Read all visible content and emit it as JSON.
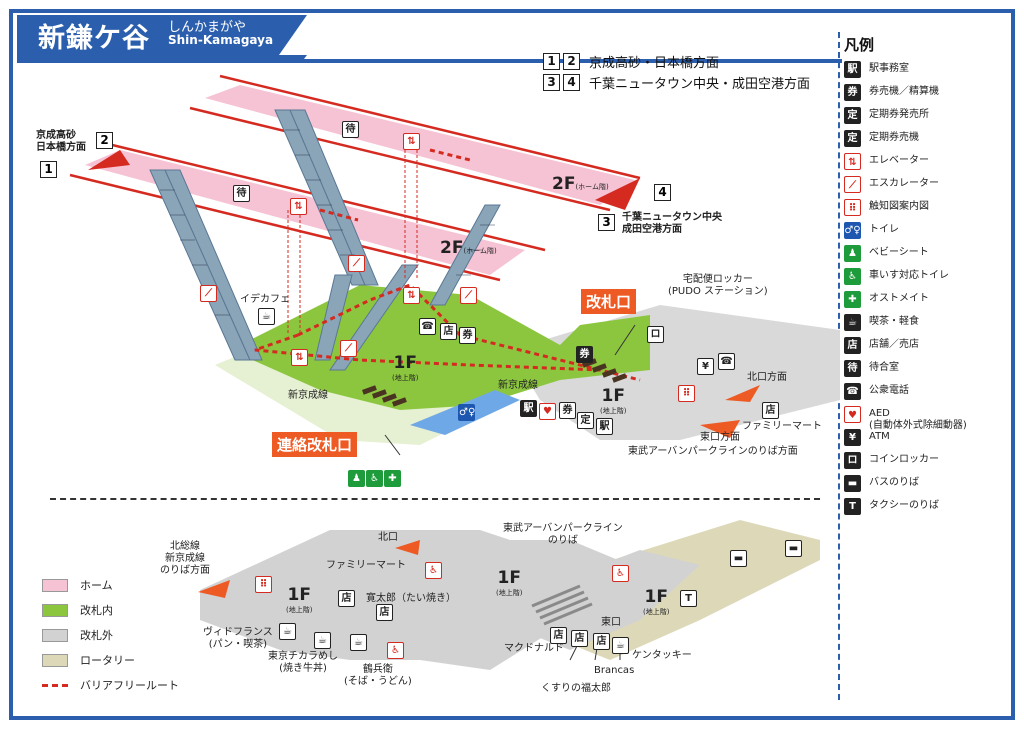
{
  "header": {
    "title": "新鎌ケ谷",
    "kana": "しんかまがや",
    "roman": "Shin-Kamagaya"
  },
  "directions_top": [
    {
      "nums": [
        "1",
        "2"
      ],
      "label": "京成高砂・日本橋方面"
    },
    {
      "nums": [
        "3",
        "4"
      ],
      "label": "千葉ニュータウン中央・成田空港方面"
    }
  ],
  "legend": {
    "heading": "凡例",
    "items": [
      {
        "icon": "station-office-icon",
        "glyph": "駅",
        "style": "drk",
        "label": "駅事務室"
      },
      {
        "icon": "ticket-machine-icon",
        "glyph": "券",
        "style": "drk",
        "label": "券売機／精算機"
      },
      {
        "icon": "commuter-pass-office-icon",
        "glyph": "定",
        "style": "drk",
        "label": "定期券発売所"
      },
      {
        "icon": "commuter-pass-machine-icon",
        "glyph": "定",
        "style": "drk",
        "label": "定期券売機"
      },
      {
        "icon": "elevator-icon",
        "glyph": "⇅",
        "style": "red",
        "label": "エレベーター"
      },
      {
        "icon": "escalator-icon",
        "glyph": "⟋",
        "style": "red",
        "label": "エスカレーター"
      },
      {
        "icon": "tactile-map-icon",
        "glyph": "⠿",
        "style": "red",
        "label": "触知図案内図"
      },
      {
        "icon": "toilet-icon",
        "glyph": "♂♀",
        "style": "blu",
        "label": "トイレ"
      },
      {
        "icon": "baby-seat-icon",
        "glyph": "♟",
        "style": "grn",
        "label": "ベビーシート"
      },
      {
        "icon": "wheelchair-toilet-icon",
        "glyph": "♿",
        "style": "grn",
        "label": "車いす対応トイレ"
      },
      {
        "icon": "ostomate-icon",
        "glyph": "✚",
        "style": "grn",
        "label": "オストメイト"
      },
      {
        "icon": "cafe-icon",
        "glyph": "☕",
        "style": "drk",
        "label": "喫茶・軽食"
      },
      {
        "icon": "shop-icon",
        "glyph": "店",
        "style": "drk",
        "label": "店舗／売店"
      },
      {
        "icon": "waiting-room-icon",
        "glyph": "待",
        "style": "drk",
        "label": "待合室"
      },
      {
        "icon": "payphone-icon",
        "glyph": "☎",
        "style": "drk",
        "label": "公衆電話"
      },
      {
        "icon": "aed-icon",
        "glyph": "♥",
        "style": "red",
        "label": "AED\n(自動体外式除細動器)"
      },
      {
        "icon": "atm-icon",
        "glyph": "¥",
        "style": "drk",
        "label": "ATM"
      },
      {
        "icon": "coin-locker-icon",
        "glyph": "ロ",
        "style": "drk",
        "label": "コインロッカー"
      },
      {
        "icon": "bus-icon",
        "glyph": "▬",
        "style": "drk",
        "label": "バスのりば"
      },
      {
        "icon": "taxi-icon",
        "glyph": "T",
        "style": "drk",
        "label": "タクシーのりば"
      }
    ]
  },
  "upper": {
    "dir_left": {
      "nums": [
        "1",
        "2"
      ],
      "label": "京成高砂\n日本橋方面"
    },
    "dir_right": {
      "nums": [
        "3",
        "4"
      ],
      "label": "千葉ニュータウン中央\n成田空港方面"
    },
    "floor_2f": "2F",
    "floor_2f_sub": "(ホーム階)",
    "floor_1f": "1F",
    "floor_1f_sub": "(地上階)",
    "gate_main": "改札口",
    "gate_transfer": "連絡改札口",
    "labels": {
      "ide_cafe": "イデカフェ",
      "shinkeisei_line_a": "新京成線",
      "shinkeisei_line_b": "新京成線",
      "pudo": "宅配便ロッカー\n(PUDO ステーション)",
      "north_exit_dir": "北口方面",
      "east_exit_dir": "東口方面",
      "tobu_dir": "東武アーバンパークラインのりば方面",
      "familymart": "ファミリーマート"
    }
  },
  "lower": {
    "labels": {
      "north_exit": "北口",
      "hokuso_dir": "北総線\n新京成線\nのりば方面",
      "familymart": "ファミリーマート",
      "kantaro": "寛太郎（たい焼き）",
      "tobu_platform": "東武アーバンパークライン\nのりば",
      "vie_de_france": "ヴィドフランス\n(パン・喫茶)",
      "tokyo_chikara": "東京チカラめし\n(焼き牛丼)",
      "tsuruhe": "鶴兵衛\n(そば・うどん)",
      "east_exit": "東口",
      "mcdonalds": "マクドナルド",
      "brancas": "Brancas",
      "kfc": "ケンタッキー",
      "kusuri": "くすりの福太郎"
    },
    "floor_1f": "1F",
    "floor_1f_sub": "(地上階)"
  },
  "area_key": [
    {
      "label": "ホーム",
      "color": "#f6c3d4"
    },
    {
      "label": "改札内",
      "color": "#8cc63f"
    },
    {
      "label": "改札外",
      "color": "#d2d2d2"
    },
    {
      "label": "ロータリー",
      "color": "#ddd9b8"
    },
    {
      "label": "バリアフリールート",
      "color": "#d42a20"
    }
  ],
  "colors": {
    "brand_blue": "#2b5fae",
    "platform_pink": "#f6c3d4",
    "paid_green": "#8cc63f",
    "unpaid_gray": "#d2d2d2",
    "rotary_tan": "#ddd9b8",
    "gate_orange": "#ee5a24",
    "barrier_free_red": "#d42a20"
  }
}
